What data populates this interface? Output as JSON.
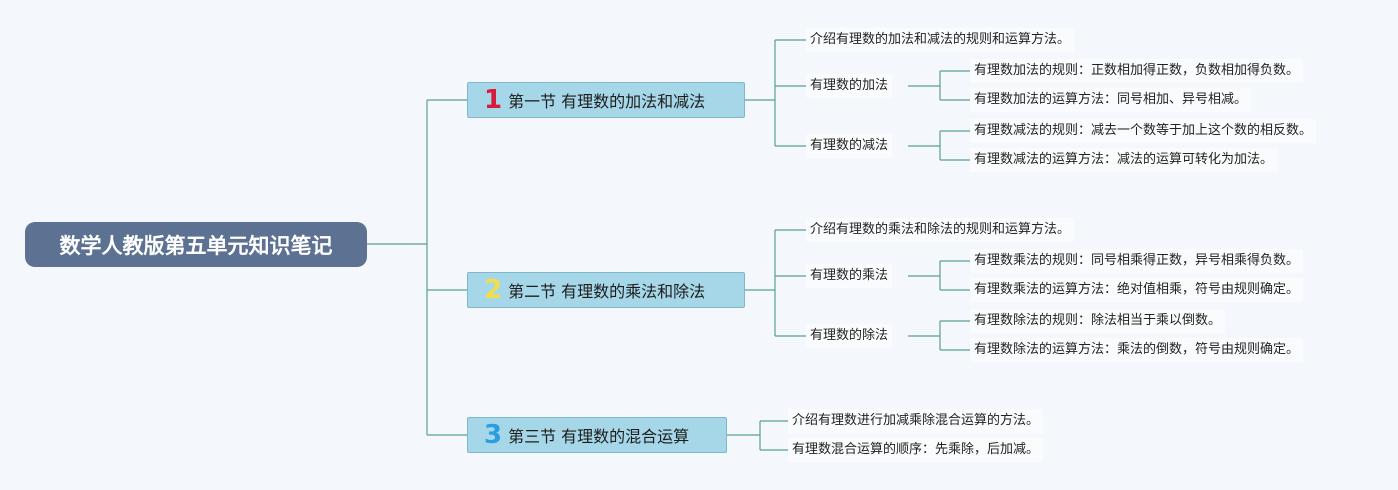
{
  "root": {
    "title": "数学人教版第五单元知识笔记"
  },
  "sections": [
    {
      "badge": "1",
      "badge_color": "#d61a3c",
      "title": "第一节 有理数的加法和减法",
      "intro": "介绍有理数的加法和减法的规则和运算方法。",
      "groups": [
        {
          "label": "有理数的加法",
          "items": [
            "有理数加法的规则：正数相加得正数，负数相加得负数。",
            "有理数加法的运算方法：同号相加、异号相减。"
          ]
        },
        {
          "label": "有理数的减法",
          "items": [
            "有理数减法的规则：减去一个数等于加上这个数的相反数。",
            "有理数减法的运算方法：减法的运算可转化为加法。"
          ]
        }
      ]
    },
    {
      "badge": "2",
      "badge_color": "#f2dd4d",
      "title": "第二节 有理数的乘法和除法",
      "intro": "介绍有理数的乘法和除法的规则和运算方法。",
      "groups": [
        {
          "label": "有理数的乘法",
          "items": [
            "有理数乘法的规则：同号相乘得正数，异号相乘得负数。",
            "有理数乘法的运算方法：绝对值相乘，符号由规则确定。"
          ]
        },
        {
          "label": "有理数的除法",
          "items": [
            "有理数除法的规则：除法相当于乘以倒数。",
            "有理数除法的运算方法：乘法的倒数，符号由规则确定。"
          ]
        }
      ]
    },
    {
      "badge": "3",
      "badge_color": "#2a9ee0",
      "title": "第三节 有理数的混合运算",
      "items": [
        "介绍有理数进行加减乘除混合运算的方法。",
        "有理数混合运算的顺序：先乘除，后加减。"
      ]
    }
  ],
  "colors": {
    "line": "#5a9e94",
    "root_bg": "#5d7293",
    "section_bg": "#a6d7e8"
  }
}
